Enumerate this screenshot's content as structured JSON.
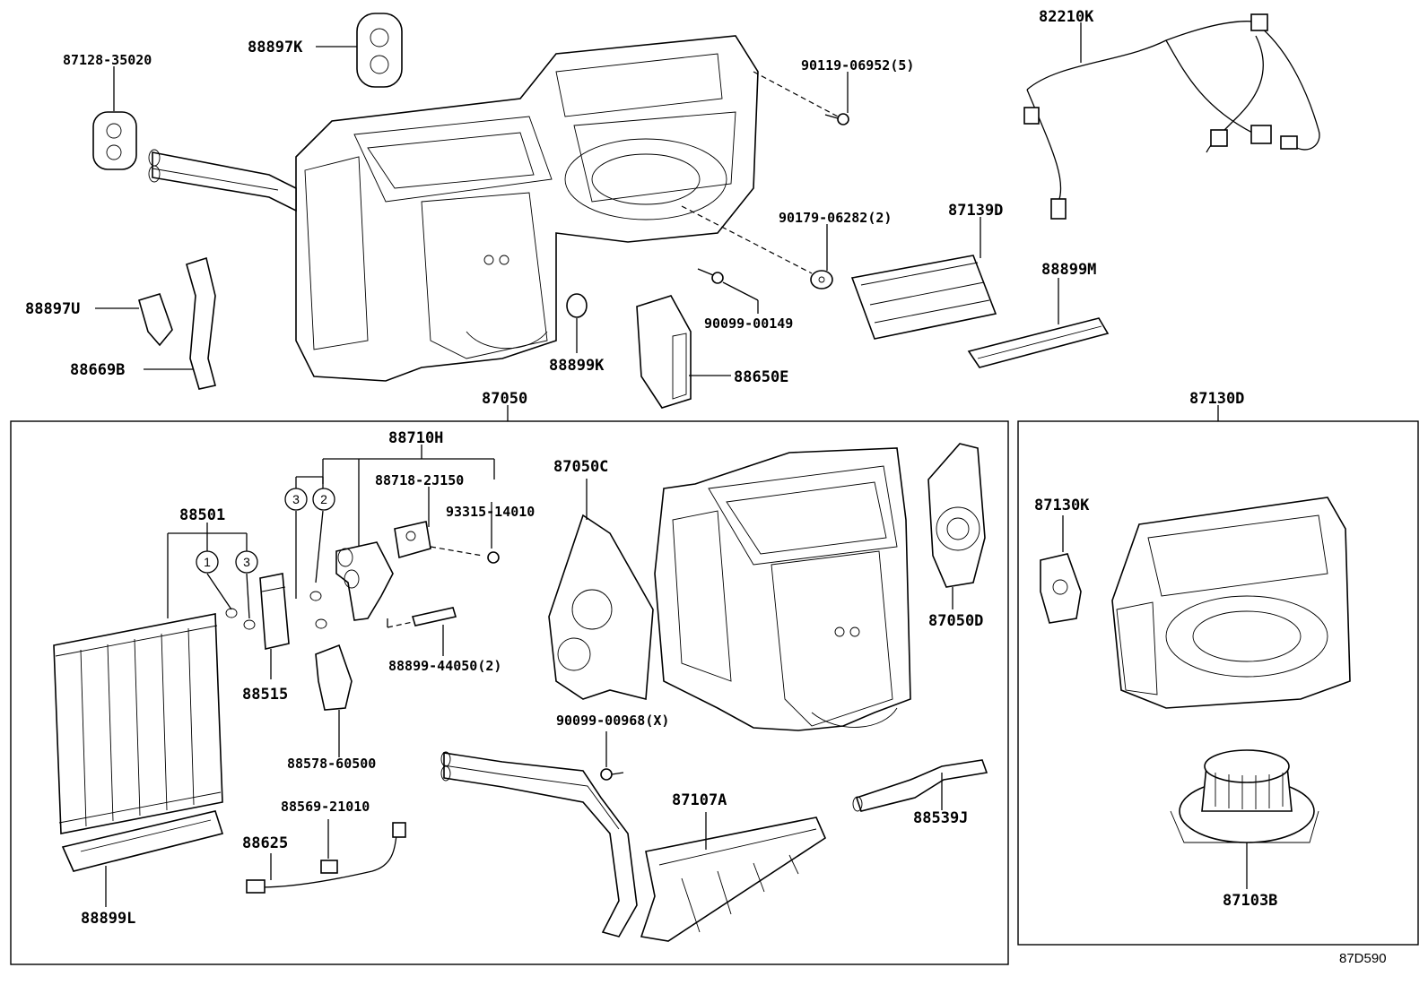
{
  "labels": {
    "p87128_35020": "87128-35020",
    "p88897K": "88897K",
    "p90119_06952": "90119-06952(5)",
    "p82210K": "82210K",
    "p90179_06282": "90179-06282(2)",
    "p87139D": "87139D",
    "p88899M": "88899M",
    "p88897U": "88897U",
    "p88669B": "88669B",
    "p90099_00149": "90099-00149",
    "p88899K": "88899K",
    "p88650E": "88650E",
    "p87050": "87050",
    "p87130D": "87130D",
    "p88710H": "88710H",
    "p88718_2J150": "88718-2J150",
    "p93315_14010": "93315-14010",
    "p87050C": "87050C",
    "p88501": "88501",
    "p87130K": "87130K",
    "p87050D": "87050D",
    "p88899_44050": "88899-44050(2)",
    "p88515": "88515",
    "p90099_00968": "90099-00968(X)",
    "p88578_60500": "88578-60500",
    "p87107A": "87107A",
    "p88539J": "88539J",
    "p88569_21010": "88569-21010",
    "p88625": "88625",
    "p88899L": "88899L",
    "p87103B": "87103B",
    "diagram_ref": "87D590"
  },
  "callouts": {
    "c1": "1",
    "c2": "2",
    "c3": "3"
  }
}
